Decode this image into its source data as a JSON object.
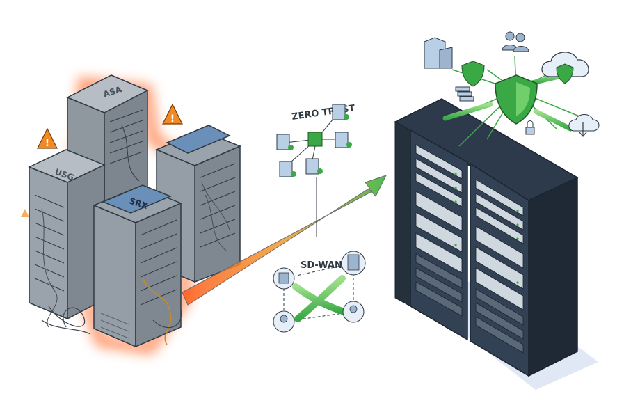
{
  "legacy": {
    "devices": [
      {
        "id": "asa",
        "label": "ASA"
      },
      {
        "id": "usg",
        "label": "USG"
      },
      {
        "id": "srx",
        "label": "SRX"
      }
    ],
    "warnings": 3
  },
  "zero_trust": {
    "title": "ZERO TRUST"
  },
  "sdwan": {
    "title": "SD-WAN"
  },
  "colors": {
    "rack_dark": "#334155",
    "rack_front": "#3b4a5e",
    "legacy_grey": "#8a939c",
    "glow": "#ff6a2a",
    "warning": "#f08a24",
    "accent_green": "#3aa845",
    "icon_blue": "#b9cfe6",
    "line": "#2f3a44"
  },
  "icons": [
    "warning-icon",
    "document-icon",
    "building-icon",
    "user-group-icon",
    "shield-icon",
    "cloud-icon",
    "lock-icon",
    "pipe-icon"
  ]
}
